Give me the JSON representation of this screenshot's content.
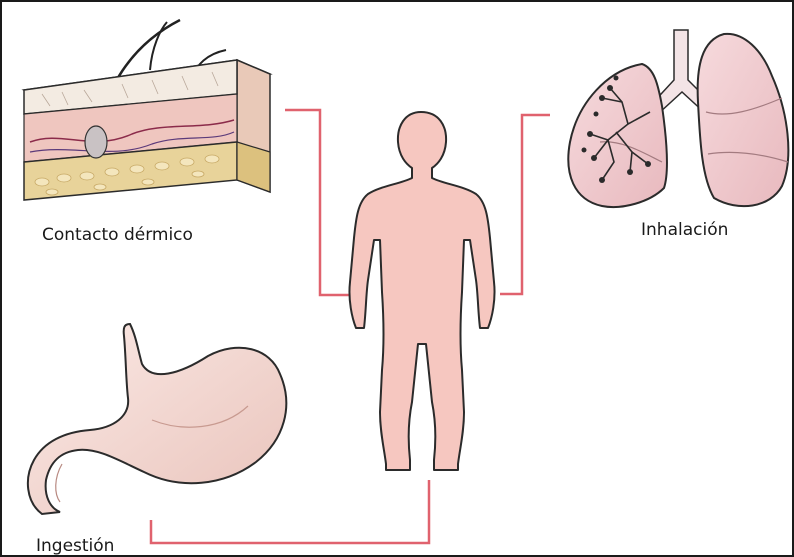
{
  "labels": {
    "dermal_contact": "Contacto dérmico",
    "inhalation": "Inhalación",
    "ingestion": "Ingestión"
  },
  "colors": {
    "connector": "#e0626e",
    "body_fill": "#f6c7c0",
    "skin_pink": "#efc6bf",
    "fat_yellow": "#e8d39a",
    "lung_fill": "#f0cfd2",
    "stomach_fill": "#f4dcd6",
    "outline": "#2b2b2b"
  },
  "icons": [
    "skin-cross-section-icon",
    "lungs-icon",
    "stomach-icon",
    "human-body-icon"
  ]
}
